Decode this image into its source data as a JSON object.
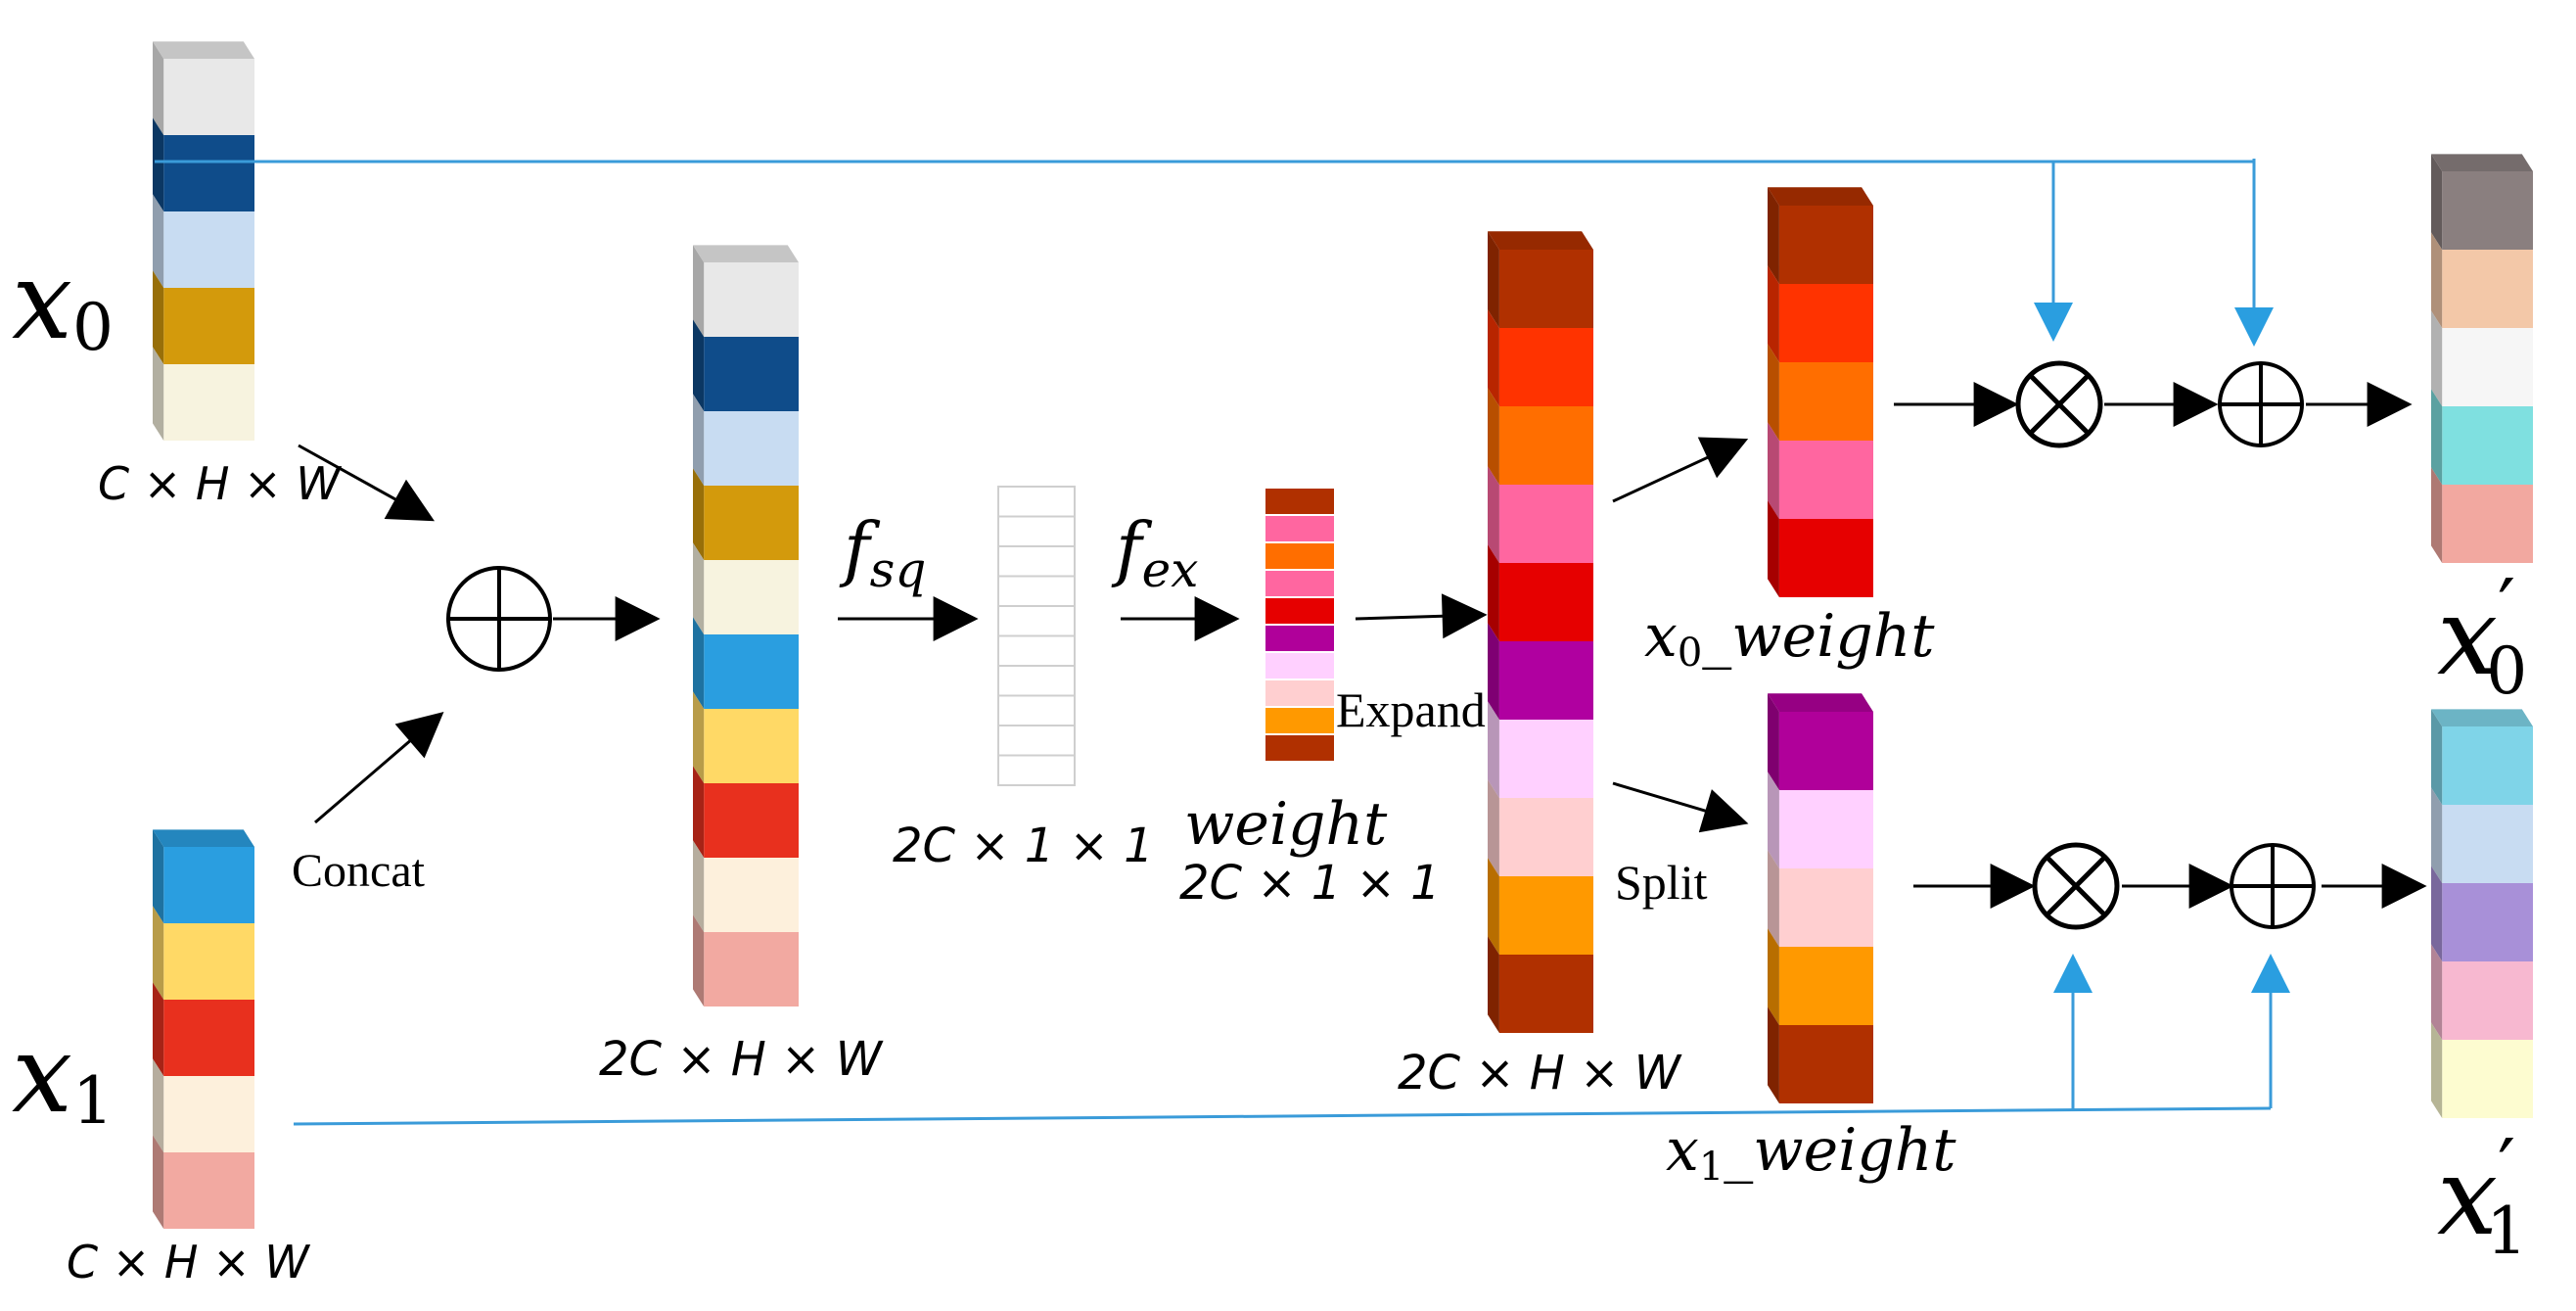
{
  "labels": {
    "x0_base": "x",
    "x0_sub": "0",
    "x1_base": "x",
    "x1_sub": "1",
    "x0_dims": "C × H × W",
    "x1_dims": "C × H × W",
    "concat": "Concat",
    "concat_dims": "2C × H × W",
    "fsq_base": "f",
    "fsq_sub": "sq",
    "fex_base": "f",
    "fex_sub": "ex",
    "squeeze_dims": "2C × 1 × 1",
    "weight": "weight",
    "weight_dims": "2C × 1 × 1",
    "expand": "Expand",
    "expand_dims": "2C × H × W",
    "split": "Split",
    "x0w_base": "x",
    "x0w_sub": "0",
    "x0w_suffix": "_weight",
    "x1w_base": "x",
    "x1w_sub": "1",
    "x1w_suffix": "_weight",
    "out0_base": "x",
    "out0_sub": "0",
    "out0_prime": "′",
    "out1_base": "x",
    "out1_sub": "1",
    "out1_prime": "′"
  },
  "symbols": {
    "add": "⊕",
    "multiply": "⊗"
  },
  "colors": {
    "link_line": "#3a9bd9",
    "arrow": "#000000",
    "x0_stack": [
      "#e8e8e8",
      "#0f4c8a",
      "#c8dcf2",
      "#d39a0c",
      "#f7f3df"
    ],
    "x1_stack": [
      "#2a9ee0",
      "#ffd966",
      "#e8301e",
      "#fdf0dc",
      "#f2a9a1"
    ],
    "concat_stack": [
      "#e8e8e8",
      "#0f4c8a",
      "#c8dcf2",
      "#d39a0c",
      "#f7f3df",
      "#2a9ee0",
      "#ffd966",
      "#e8301e",
      "#fdf0dc",
      "#f2a9a1"
    ],
    "weight_stack": [
      "#b03000",
      "#ff66a0",
      "#ff6e00",
      "#ff66a0",
      "#e60000",
      "#b0009a",
      "#ffd0ff",
      "#ffcfd0",
      "#ff9900",
      "#b03000"
    ],
    "expand_stack": [
      "#b03000",
      "#ff3300",
      "#ff6e00",
      "#ff66a0",
      "#e60000",
      "#b000a0",
      "#ffd0ff",
      "#ffcfd0",
      "#ff9900",
      "#b03000"
    ],
    "x0w_stack": [
      "#b03000",
      "#ff3300",
      "#ff6e00",
      "#ff66a0",
      "#e60000"
    ],
    "x1w_stack": [
      "#b0009a",
      "#ffd0ff",
      "#ffcfd0",
      "#ff9900",
      "#b03000"
    ],
    "out0_stack": [
      "#8a7f7f",
      "#f3c8a8",
      "#f6f6f6",
      "#7fe0e0",
      "#f2a8a0"
    ],
    "out1_stack": [
      "#7fd4e8",
      "#c8dcf2",
      "#a890d8",
      "#f7b8d0",
      "#fdfcd0"
    ]
  }
}
